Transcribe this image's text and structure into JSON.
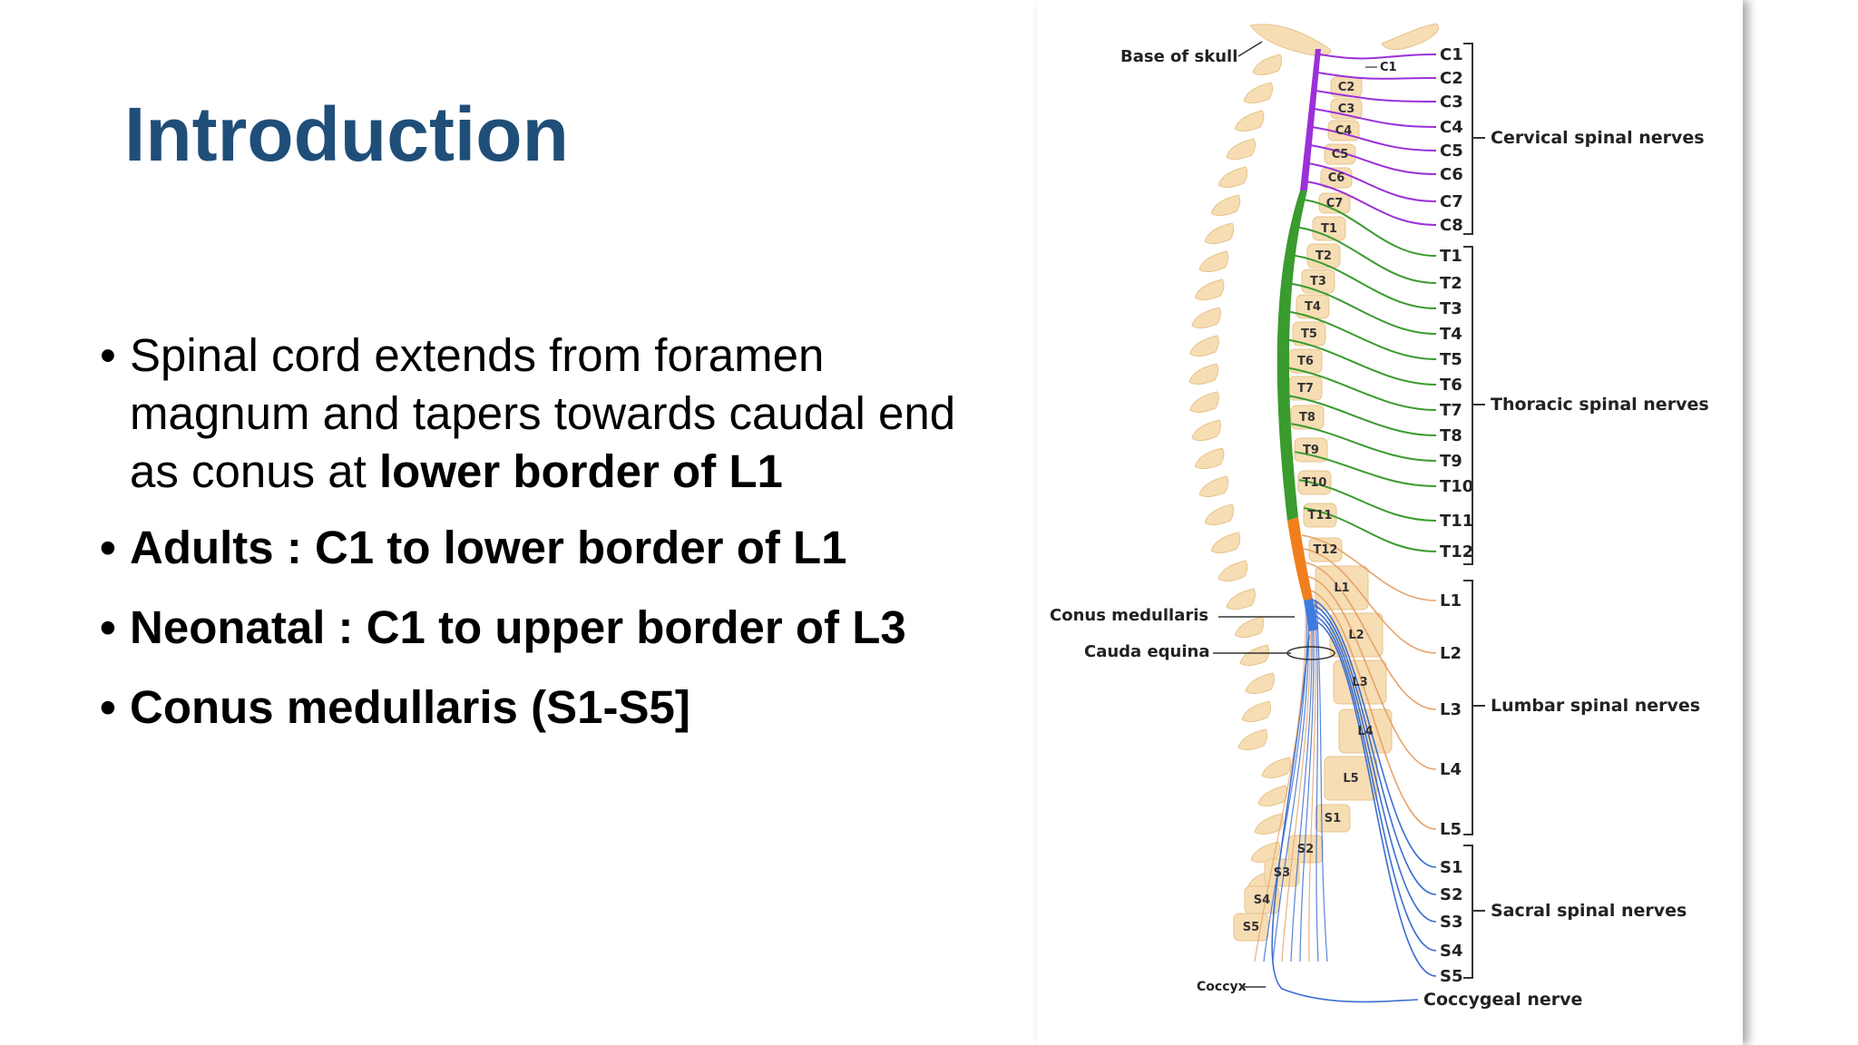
{
  "slide": {
    "title": "Introduction",
    "bullets": [
      {
        "part1": "Spinal cord extends from foramen magnum and tapers towards caudal end as conus at ",
        "bold": "lower border of L1"
      },
      {
        "text": "Adults : C1 to lower border of L1"
      },
      {
        "text": "Neonatal : C1 to upper border of L3"
      },
      {
        "text": "Conus medullaris (S1-S5]"
      }
    ],
    "bullet_symbol": "•"
  },
  "diagram": {
    "labels": {
      "base_of_skull": "Base of skull",
      "conus_medullaris": "Conus medullaris",
      "cauda_equina": "Cauda equina",
      "coccyx": "Coccyx",
      "coccygeal_nerve": "Coccygeal nerve",
      "c1_small": "C1"
    },
    "groups": {
      "cervical": "Cervical spinal nerves",
      "thoracic": "Thoracic spinal nerves",
      "lumbar": "Lumbar spinal nerves",
      "sacral": "Sacral spinal nerves"
    },
    "nerves": [
      "C1",
      "C2",
      "C3",
      "C4",
      "C5",
      "C6",
      "C7",
      "C8",
      "T1",
      "T2",
      "T3",
      "T4",
      "T5",
      "T6",
      "T7",
      "T8",
      "T9",
      "T10",
      "T11",
      "T12",
      "L1",
      "L2",
      "L3",
      "L4",
      "L5",
      "S1",
      "S2",
      "S3",
      "S4",
      "S5"
    ],
    "vertebrae": [
      "C2",
      "C3",
      "C4",
      "C5",
      "C6",
      "C7",
      "T1",
      "T2",
      "T3",
      "T4",
      "T5",
      "T6",
      "T7",
      "T8",
      "T9",
      "T10",
      "T11",
      "T12",
      "L1",
      "L2",
      "L3",
      "L4",
      "L5",
      "S1",
      "S2",
      "S3",
      "S4",
      "S5"
    ],
    "colors": {
      "cervical": "#9b30d9",
      "thoracic": "#3a9b2e",
      "lumbar": "#f07e1c",
      "sacral": "#3d7be0",
      "bone": "#f6ddb4",
      "bone_edge": "#e7c48c",
      "lumbar_nerve": "#e8a36b",
      "sacral_nerve": "#3d6fd0"
    }
  }
}
